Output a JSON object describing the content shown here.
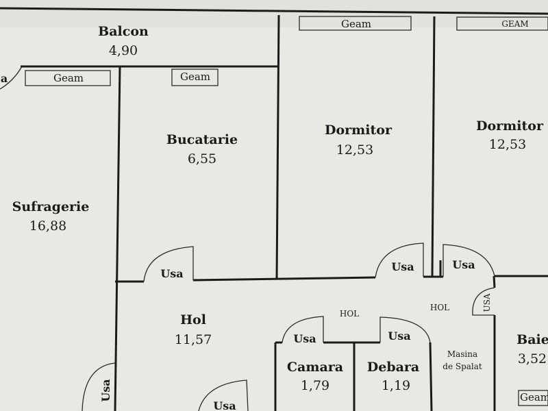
{
  "rooms": {
    "balcon": {
      "name": "Balcon",
      "area": "4,90"
    },
    "bucatarie": {
      "name": "Bucatarie",
      "area": "6,55"
    },
    "dormitor1": {
      "name": "Dormitor",
      "area": "12,53"
    },
    "dormitor2": {
      "name": "Dormitor",
      "area": "12,53"
    },
    "sufragerie": {
      "name": "Sufragerie",
      "area": "16,88"
    },
    "hol": {
      "name": "Hol",
      "area": "11,57"
    },
    "camara": {
      "name": "Camara",
      "area": "1,79"
    },
    "debara": {
      "name": "Debara",
      "area": "1,19"
    },
    "baie": {
      "name": "Baie",
      "area": "3,52"
    }
  },
  "windows": {
    "geam_balcon": "Geam",
    "geam_bucatarie": "Geam",
    "geam_dormitor1": "Geam",
    "geam_dormitor2": "GEAM",
    "geam_baie": "Geam"
  },
  "doors": {
    "usa_bucatarie": "Usa",
    "usa_dormitor1": "Usa",
    "usa_dormitor2": "Usa",
    "usa_baie": "USA",
    "usa_camara": "Usa",
    "usa_debara": "Usa",
    "usa_sufragerie": "Usa",
    "usa_bottom": "Usa",
    "usa_edge": "a"
  },
  "labels": {
    "hol_left": "HOL",
    "hol_right": "HOL",
    "masina_line1": "Masina",
    "masina_line2": "de Spalat"
  }
}
